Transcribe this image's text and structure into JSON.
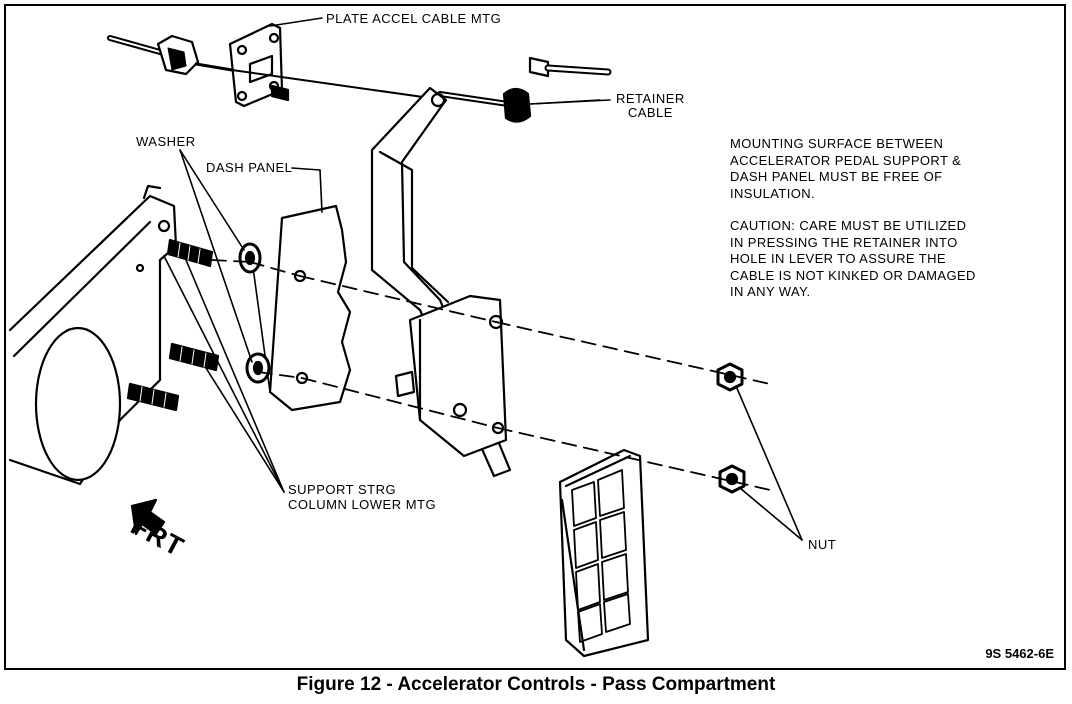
{
  "labels": {
    "plate_accel_cable_mtg": "PLATE ACCEL CABLE MTG",
    "retainer_cable": [
      "RETAINER",
      "CABLE"
    ],
    "washer": "WASHER",
    "dash_panel": "DASH PANEL",
    "support_strg": [
      "SUPPORT STRG",
      "COLUMN LOWER MTG"
    ],
    "nut": "NUT",
    "frt": "FRT"
  },
  "notes": {
    "mounting": [
      "MOUNTING SURFACE BETWEEN",
      "ACCELERATOR PEDAL SUPPORT &",
      "DASH PANEL MUST BE FREE OF",
      "INSULATION."
    ],
    "caution": [
      "CAUTION:  CARE MUST BE UTILIZED",
      "IN PRESSING THE RETAINER INTO",
      "HOLE IN LEVER TO ASSURE THE",
      "CABLE IS NOT KINKED OR DAMAGED",
      "IN ANY WAY."
    ]
  },
  "figure_code": "9S 5462-6E",
  "caption": "Figure 12 - Accelerator Controls - Pass Compartment"
}
